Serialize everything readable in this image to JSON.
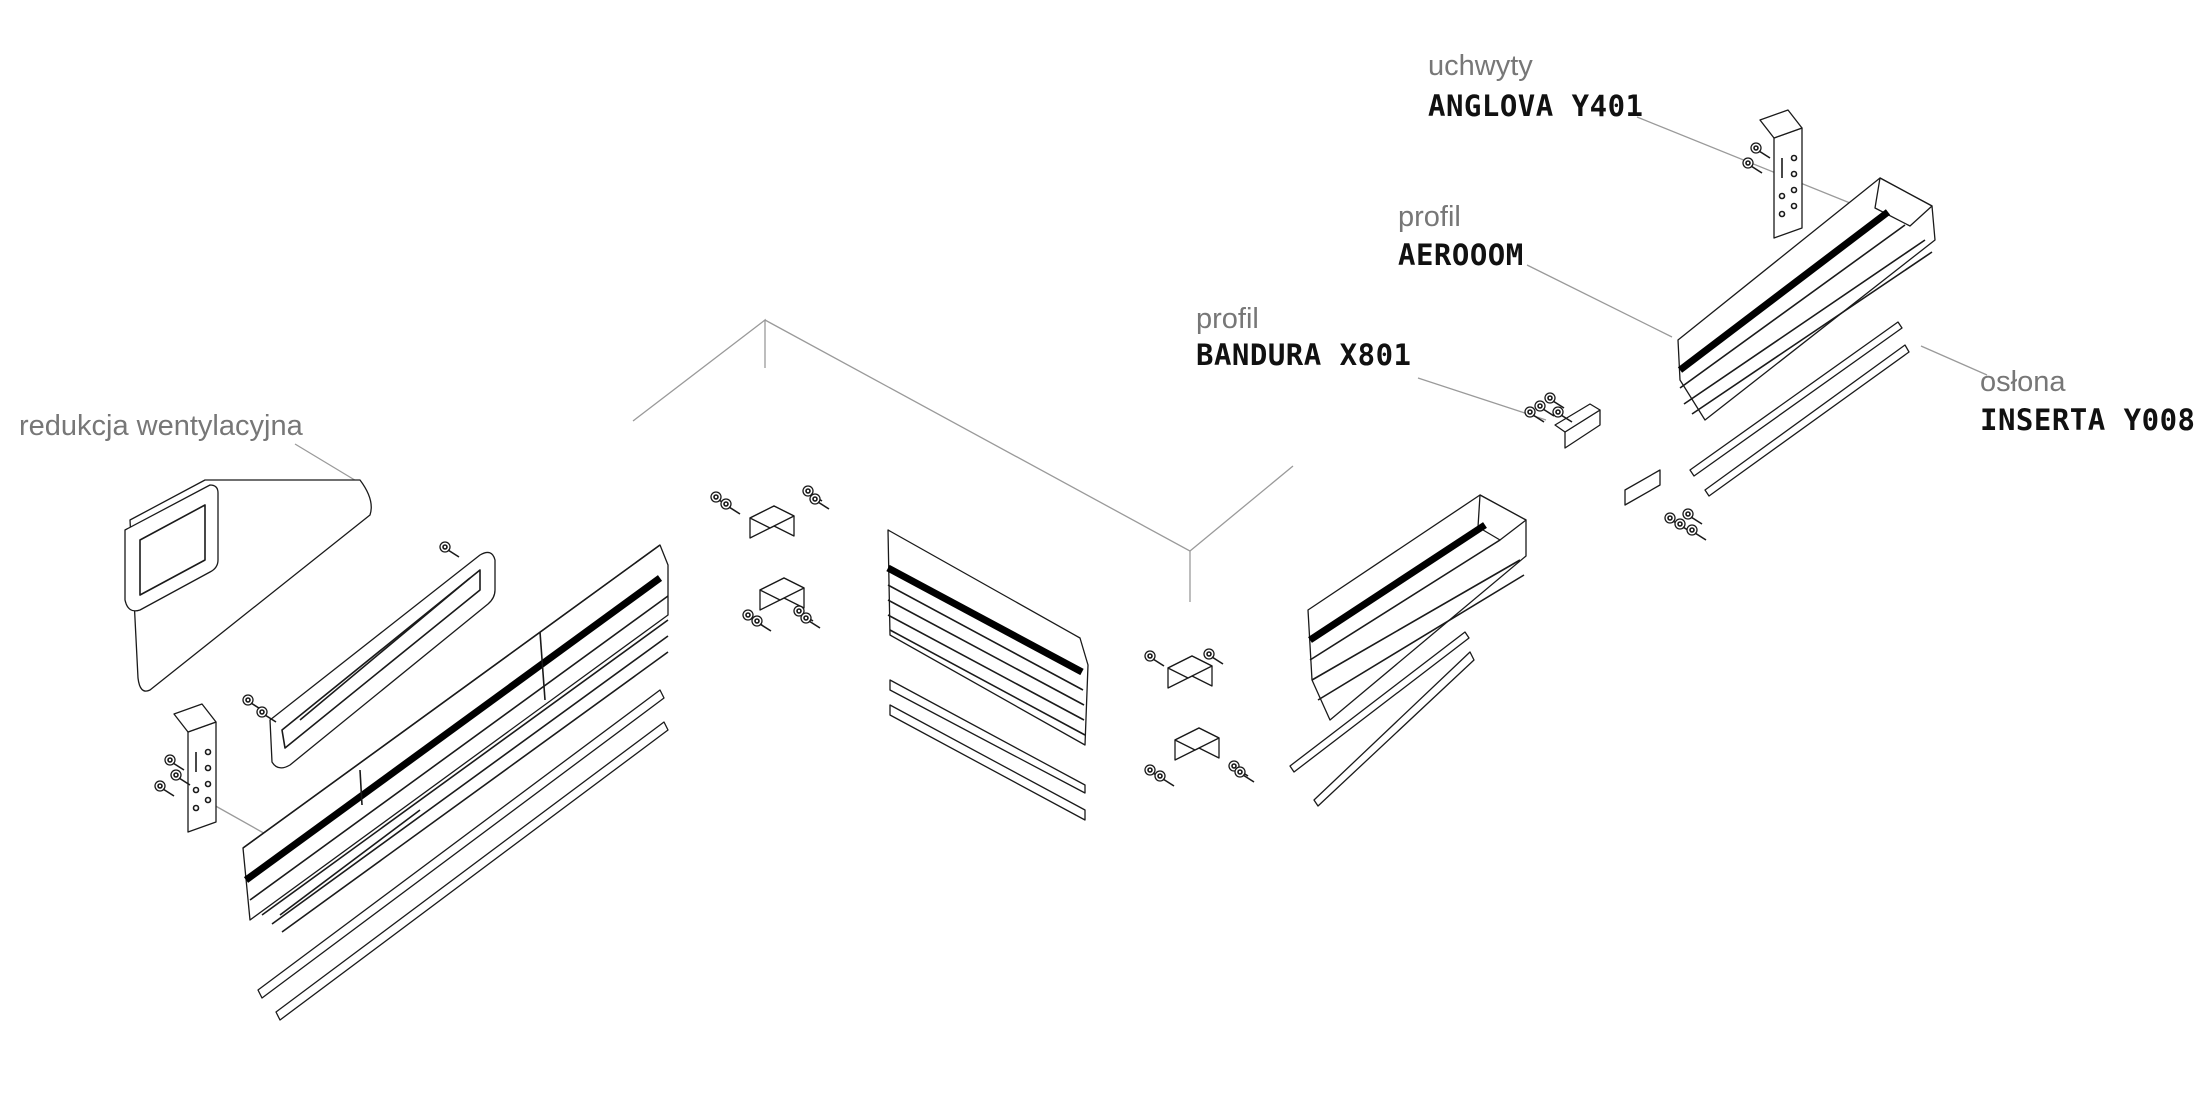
{
  "labels": {
    "reduction": {
      "category": "redukcja wentylacyjna"
    },
    "bandura": {
      "category": "profil",
      "product": "BANDURA X801"
    },
    "aerooom": {
      "category": "profil",
      "product": "AEROOOM"
    },
    "anglova": {
      "category": "uchwyty",
      "product": "ANGLOVA Y401"
    },
    "inserta": {
      "category": "osłona",
      "product": "INSERTA Y008"
    }
  }
}
